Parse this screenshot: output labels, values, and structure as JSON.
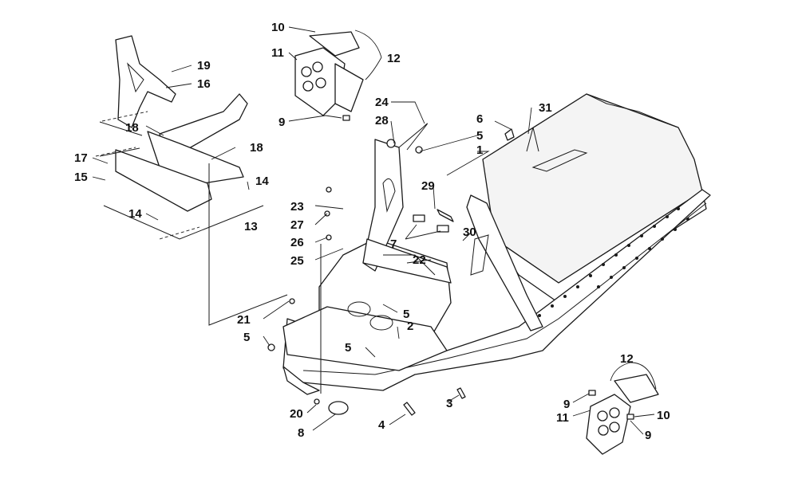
{
  "callouts": {
    "c1": "1",
    "c2": "2",
    "c3": "3",
    "c4": "4",
    "c5a": "5",
    "c5b": "5",
    "c5c": "5",
    "c5d": "5",
    "c6": "6",
    "c7": "7",
    "c8": "8",
    "c9a": "9",
    "c9b": "9",
    "c9c": "9",
    "c10a": "10",
    "c10b": "10",
    "c11a": "11",
    "c11b": "11",
    "c12a": "12",
    "c12b": "12",
    "c13": "13",
    "c14a": "14",
    "c14b": "14",
    "c15": "15",
    "c16": "16",
    "c17": "17",
    "c18a": "18",
    "c18b": "18",
    "c19": "19",
    "c20": "20",
    "c21": "21",
    "c22": "22",
    "c23": "23",
    "c24": "24",
    "c25": "25",
    "c26": "26",
    "c27": "27",
    "c28": "28",
    "c29": "29",
    "c30": "30",
    "c31": "31"
  }
}
